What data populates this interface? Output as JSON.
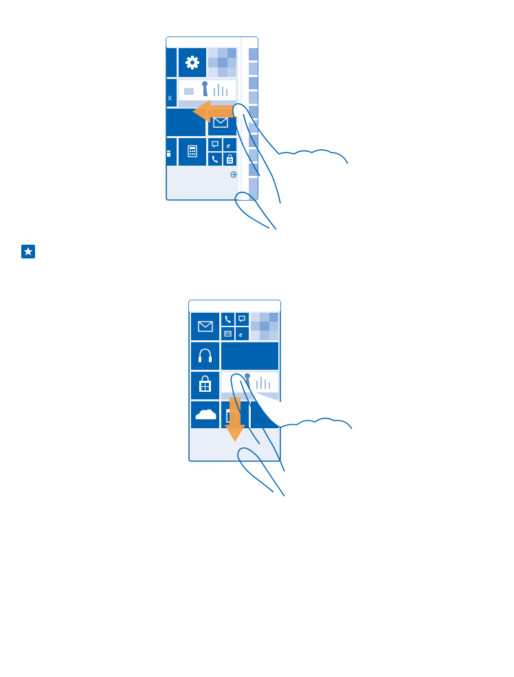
{
  "colors": {
    "tile": "#0063b1",
    "tile_light": "#bcd0ec",
    "tile_mid": "#8fb0de",
    "screen_bg": "#e9eef7",
    "outline": "#0063b1",
    "arrow": "#f4a049",
    "tip_icon": "#0063b1"
  },
  "figure_top": {
    "visible_letter": "X",
    "icons": [
      "settings-icon",
      "photos-tile",
      "mail-icon",
      "calculator-icon",
      "phone-icon",
      "messaging-icon",
      "internet-explorer-icon",
      "store-icon",
      "arrow-circle-icon"
    ],
    "gesture": "swipe-left"
  },
  "tip": {
    "icon": "star-icon"
  },
  "figure_bottom": {
    "icons": [
      "mail-icon",
      "phone-icon",
      "messaging-icon",
      "email-icon",
      "internet-explorer-icon",
      "headphones-icon",
      "store-icon",
      "photos-tile",
      "onedrive-icon",
      "calendar-icon"
    ],
    "gesture": "swipe-down"
  }
}
